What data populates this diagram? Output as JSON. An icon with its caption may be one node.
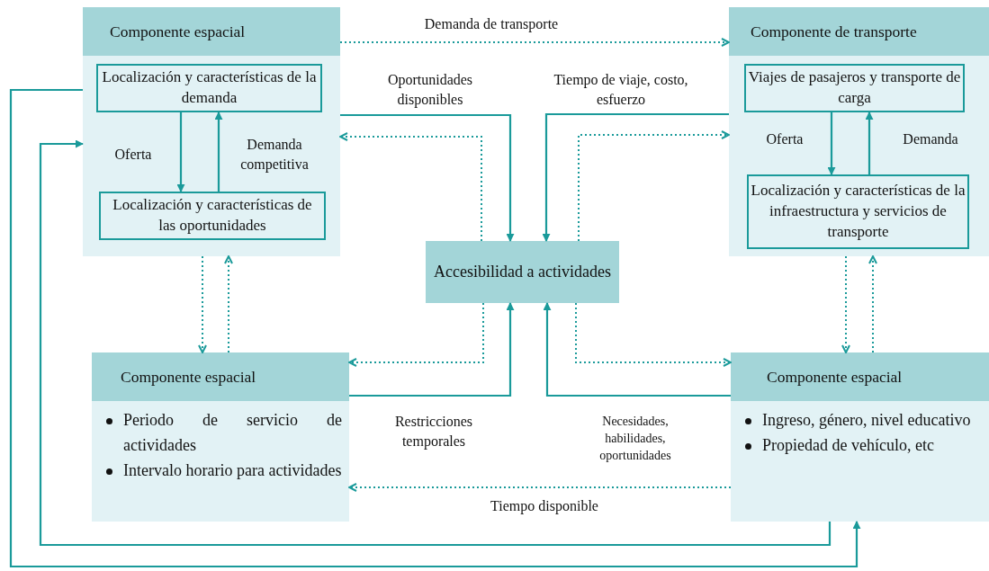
{
  "diagram": {
    "nodes": [
      {
        "text": [
          "Componente espacial"
        ]
      },
      {
        "text": [
          "Localización y características de la demanda"
        ],
        "in": 0
      },
      {
        "text": [
          "Localización y características de las oportunidades"
        ],
        "in": 0
      },
      {
        "text": [
          "Componente de transporte"
        ]
      },
      {
        "text": [
          "Viajes de pasajeros y transporte de carga"
        ],
        "in": 3
      },
      {
        "text": [
          "Localización y características de la infraestructura y servicios de transporte"
        ],
        "in": 3
      },
      {
        "text": [
          "Accesibilidad a actividades"
        ]
      },
      {
        "text": [
          "Componente espacial",
          "Periodo de servicio de actividades",
          "Intervalo horario para actividades"
        ]
      },
      {
        "text": [
          "Componente espacial",
          "Ingreso, género, nivel educativo",
          "Propiedad de vehículo, etc"
        ]
      }
    ],
    "edges": [
      {
        "from": 0,
        "to": 3,
        "arrow": "to",
        "style": "dashed",
        "label": "Demanda de transporte"
      },
      {
        "from": 0,
        "to": 6,
        "arrow": "to",
        "label": "Oportunidades disponibles"
      },
      {
        "from": 6,
        "to": 0,
        "arrow": "to",
        "style": "dashed"
      },
      {
        "from": 3,
        "to": 6,
        "arrow": "to",
        "label": "Tiempo de viaje, costo, esfuerzo"
      },
      {
        "from": 6,
        "to": 3,
        "arrow": "to",
        "style": "dashed"
      },
      {
        "from": 1,
        "to": 2,
        "arrow": "to",
        "label": "Oferta"
      },
      {
        "from": 2,
        "to": 1,
        "arrow": "to",
        "label": "Demanda competitiva"
      },
      {
        "from": 4,
        "to": 5,
        "arrow": "to",
        "label": "Oferta"
      },
      {
        "from": 5,
        "to": 4,
        "arrow": "to",
        "label": "Demanda"
      },
      {
        "from": 0,
        "to": 7,
        "arrow": "to",
        "style": "dashed"
      },
      {
        "from": 7,
        "to": 0,
        "arrow": "to",
        "style": "dashed"
      },
      {
        "from": 3,
        "to": 8,
        "arrow": "to",
        "style": "dashed"
      },
      {
        "from": 8,
        "to": 3,
        "arrow": "to",
        "style": "dashed"
      },
      {
        "from": 6,
        "to": 7,
        "arrow": "to",
        "style": "dashed"
      },
      {
        "from": 6,
        "to": 8,
        "arrow": "to",
        "style": "dashed"
      },
      {
        "from": 7,
        "to": 6,
        "arrow": "to",
        "label": "Restricciones temporales"
      },
      {
        "from": 8,
        "to": 6,
        "arrow": "to",
        "label": "Necesidades, habilidades, oportunidades"
      },
      {
        "from": 8,
        "to": 7,
        "arrow": "to",
        "style": "dashed",
        "label": "Tiempo disponible"
      },
      {
        "from": 8,
        "to": 0,
        "arrow": "to"
      },
      {
        "from": 0,
        "to": 8,
        "arrow": "to"
      }
    ]
  }
}
